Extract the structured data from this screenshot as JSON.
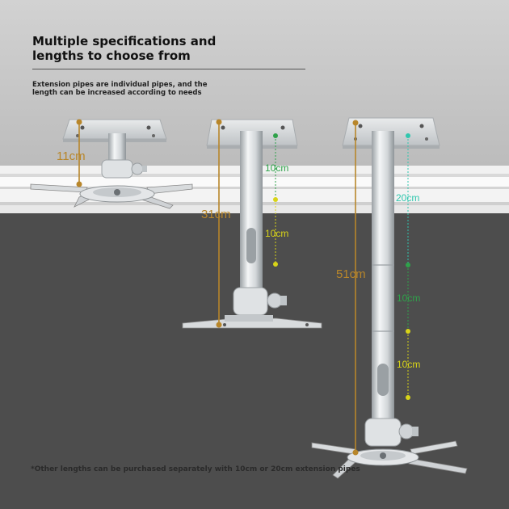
{
  "headline": {
    "line1": "Multiple specifications and",
    "line2": "lengths to choose from"
  },
  "subheadline": {
    "line1": "Extension pipes are individual pipes, and the",
    "line2": "length can be increased according to needs"
  },
  "mounts": [
    {
      "total": "11cm"
    },
    {
      "total": "31cm",
      "segments": [
        "10cm",
        "10cm"
      ]
    },
    {
      "total": "51cm",
      "segments": [
        "20cm",
        "10cm",
        "10cm"
      ]
    }
  ],
  "footnote": "*Other lengths can be purchased separately with 10cm or 20cm extension pipes",
  "colors": {
    "ceiling": "#c6c6c6",
    "wall": "#4d4d4d",
    "total_dim": "#b8862a",
    "segment_10cm_green": "#2fa24a",
    "segment_10cm_yellow": "#d8d418",
    "segment_20cm_cyan": "#30c7ae",
    "pipe": "#d6dadd"
  }
}
